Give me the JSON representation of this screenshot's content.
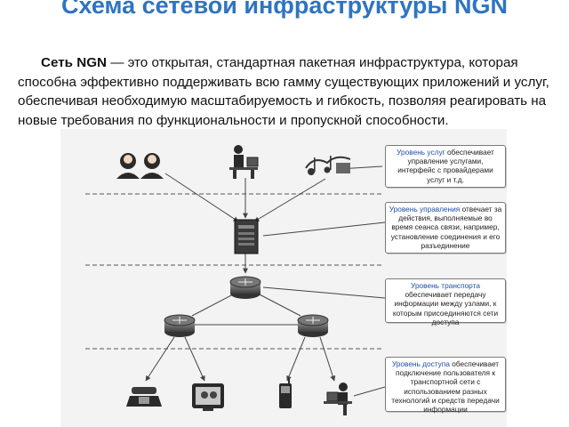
{
  "title": "Схема сетевой инфраструктуры NGN",
  "intro": {
    "lead": "Сеть",
    "term": "NGN",
    "text": " — это открытая, стандартная пакетная инфраструктура, которая способна эффективно поддерживать всю гамму существующих приложений и услуг, обеспечивая необходимую масштабируемость и гибкость, позволяя реагировать на новые требования по функциональности и пропускной способности."
  },
  "levels": [
    {
      "name": "Уровень услуг",
      "text": " обеспечивает управление услугами, интерфейс с провайдерами услуг и т.д."
    },
    {
      "name": "Уровень управления",
      "text": " отвечает за действия, выполняемые во время сеанса связи, например, установление соединения и его разъединение"
    },
    {
      "name": "Уровень транспорта",
      "text": " обеспечивает передачу информации между узлами, к которым присоединяются сети доступа"
    },
    {
      "name": "Уровень доступа",
      "text": " обеспечивает подключение пользователя к транспортной сети с использованием разных технологий и средств передачи информации"
    }
  ],
  "colors": {
    "title": "#2f74c0",
    "level_name": "#1f4fa8"
  },
  "icons": [
    "users-icon",
    "user-workstation-icon",
    "music-service-icon",
    "server-icon",
    "router-icon",
    "telephone-icon",
    "tv-icon",
    "mobile-phone-icon",
    "pc-user-icon"
  ]
}
